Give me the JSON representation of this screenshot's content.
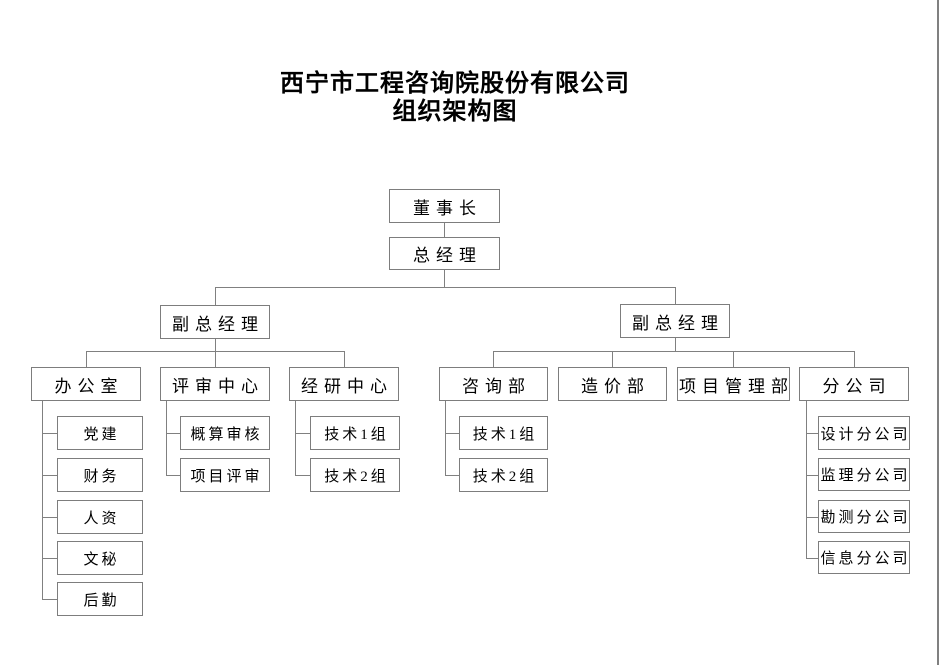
{
  "title": {
    "line1": "西宁市工程咨询院股份有限公司",
    "line2": "组织架构图"
  },
  "colors": {
    "background": "#ffffff",
    "text": "#000000",
    "box_border": "#7d7d7d",
    "line": "#808080"
  },
  "nodes": {
    "chairman": "董事长",
    "general_manager": "总经理",
    "deputy_gm_left": "副总经理",
    "deputy_gm_right": "副总经理",
    "office": "办公室",
    "review_center": "评审中心",
    "research_center": "经研中心",
    "consulting_dept": "咨询部",
    "cost_dept": "造价部",
    "project_mgmt_dept": "项目管理部",
    "branch_companies": "分公司",
    "office_sub": [
      "党建",
      "财务",
      "人资",
      "文秘",
      "后勤"
    ],
    "review_sub": [
      "概算审核",
      "项目评审"
    ],
    "research_sub": [
      "技术1组",
      "技术2组"
    ],
    "consulting_sub": [
      "技术1组",
      "技术2组"
    ],
    "branch_sub": [
      "设计分公司",
      "监理分公司",
      "勘测分公司",
      "信息分公司"
    ]
  },
  "tree": {
    "label": "董事长",
    "children": [
      {
        "label": "总经理",
        "children": [
          {
            "label": "副总经理",
            "children": [
              {
                "label": "办公室",
                "children": [
                  {
                    "label": "党建"
                  },
                  {
                    "label": "财务"
                  },
                  {
                    "label": "人资"
                  },
                  {
                    "label": "文秘"
                  },
                  {
                    "label": "后勤"
                  }
                ]
              },
              {
                "label": "评审中心",
                "children": [
                  {
                    "label": "概算审核"
                  },
                  {
                    "label": "项目评审"
                  }
                ]
              },
              {
                "label": "经研中心",
                "children": [
                  {
                    "label": "技术1组"
                  },
                  {
                    "label": "技术2组"
                  }
                ]
              }
            ]
          },
          {
            "label": "副总经理",
            "children": [
              {
                "label": "咨询部",
                "children": [
                  {
                    "label": "技术1组"
                  },
                  {
                    "label": "技术2组"
                  }
                ]
              },
              {
                "label": "造价部",
                "children": []
              },
              {
                "label": "项目管理部",
                "children": []
              },
              {
                "label": "分公司",
                "children": [
                  {
                    "label": "设计分公司"
                  },
                  {
                    "label": "监理分公司"
                  },
                  {
                    "label": "勘测分公司"
                  },
                  {
                    "label": "信息分公司"
                  }
                ]
              }
            ]
          }
        ]
      }
    ]
  }
}
